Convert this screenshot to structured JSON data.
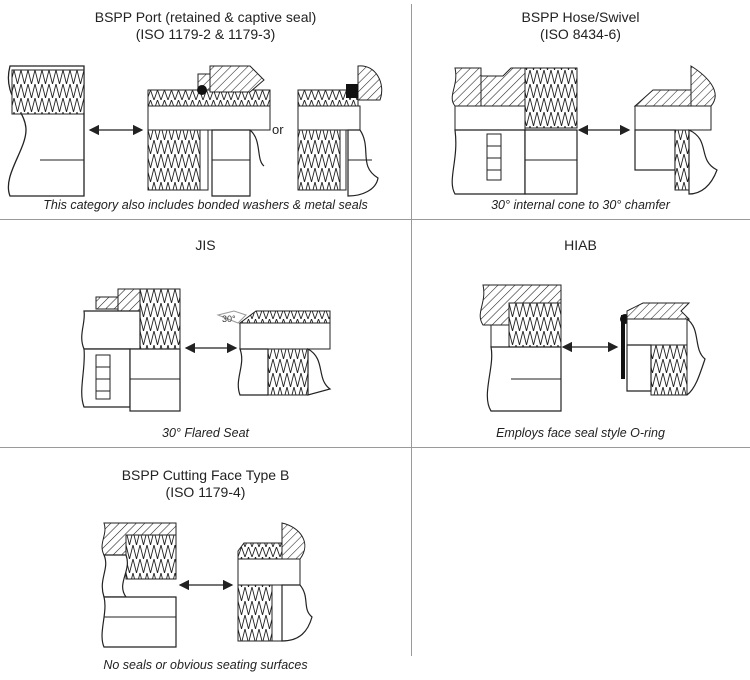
{
  "panels": [
    {
      "title_line1": "BSPP Port (retained & captive seal)",
      "title_line2": "(ISO 1179-2 & 1179-3)",
      "caption": "This category also includes bonded washers & metal seals",
      "or_label": "or"
    },
    {
      "title_line1": "BSPP Hose/Swivel",
      "title_line2": "(ISO 8434-6)",
      "caption": "30° internal cone to 30° chamfer"
    },
    {
      "title_line1": "JIS",
      "caption": "30° Flared Seat",
      "angle_label": "30°"
    },
    {
      "title_line1": "HIAB",
      "caption": "Employs face seal style O-ring"
    },
    {
      "title_line1": "BSPP Cutting Face Type B",
      "title_line2": "(ISO 1179-4)",
      "caption": "No seals or obvious seating surfaces"
    }
  ],
  "colors": {
    "grid_line": "#9a9a9a",
    "stroke": "#222222",
    "background": "#ffffff"
  },
  "icons": [
    "double-arrow",
    "hatched-fitting",
    "threaded-port"
  ]
}
